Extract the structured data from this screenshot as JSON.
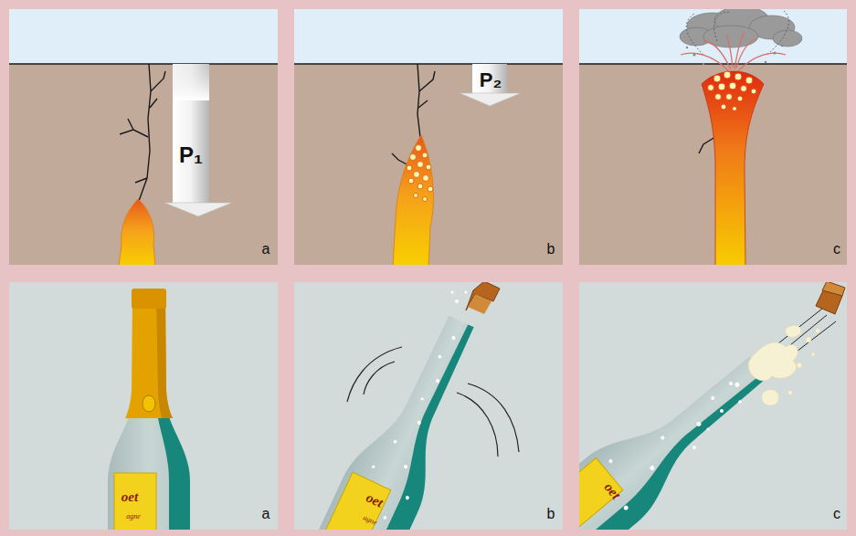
{
  "diagram": {
    "labels": [
      "P₁",
      "a",
      "P₂",
      "b",
      "c",
      "oet",
      "agne",
      "a",
      "oet",
      "agne",
      "b",
      "oet",
      "c"
    ]
  }
}
